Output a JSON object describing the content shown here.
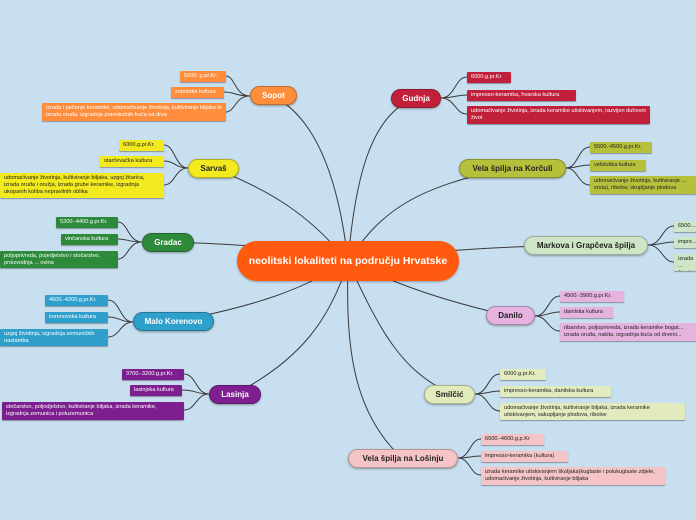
{
  "central": {
    "title": "neolitski lokaliteti na području Hrvatske"
  },
  "colors": {
    "background": "#c8dff0",
    "central": "#ff5a0f"
  },
  "branches": {
    "sopot": {
      "name": "Sopot",
      "leaves": [
        "5000. g.pr.Kr.",
        "sopotska kultura",
        "izrada i pečenje keramike, udomaćivanje životinja, kultiviranje biljaka te izrada oruđa, izgradnja pravokutnih kuća od drva"
      ]
    },
    "sarvas": {
      "name": "Sarvaš",
      "leaves": [
        "6000.g.pr.Kr.",
        "starčevačka kultura",
        "udomaćivanje životinja, kultiviranje biljaka, uzgoj žitarica, izrada oruđa i oružja, izrada grube keramike, izgradnja ukopanih koliba nepravilnih oblika"
      ]
    },
    "gradac": {
      "name": "Gradac",
      "leaves": [
        "5300.-4400.g.pr.Kr.",
        "vinčanska kultura",
        "poljoprivreda, pojedjelstvo i stočarstvo, proizvodnja ... ovina"
      ]
    },
    "malikorenovo": {
      "name": "Malo Korenovo",
      "leaves": [
        "4600.-4200.g.pr.Kr.",
        "korenovska kultura",
        "uzgoj životinja, izgradnja zemunićkih nastamba"
      ]
    },
    "lasinja": {
      "name": "Lasinja",
      "leaves": [
        "3700.-3200.g.pr.Kr.",
        "lasinjska kultura",
        "stočarstvo, poljodjelstvo, kultiviranje biljaka, izrada keramike, izgradnja zemunica i poluzemunica"
      ]
    },
    "gudnja": {
      "name": "Gudnja",
      "leaves": [
        "6000.g.pr.Kr",
        "impresso-keramika, hvarska kultura",
        "udomaćivanje životinja, izrada keramike utiskivanjem, razvijen duhovni život"
      ]
    },
    "velaspiljakorcul": {
      "name": "Vela špilja na Korčuli",
      "leaves": [
        "5500.-4500.g.pr.Kr.",
        "veloluška kultura",
        "udomaćivanje životinja, kultiviranje ... vrsta), ribolov, skupljanje plodova"
      ]
    },
    "markova": {
      "name": "Markova i Grapčeva špilja",
      "leaves": [
        "6500....",
        "impre...",
        "izrada ... životi..."
      ]
    },
    "danilo": {
      "name": "Danilo",
      "leaves": [
        "4500.-3900.g.pr.Kr.",
        "danilska kultura",
        "ribarstvo, poljoprivreda, izrada keramike bogat... izrada oruđa, nakita, izgradnja kuća od drveni..."
      ]
    },
    "smilcic": {
      "name": "Smilčić",
      "leaves": [
        "6000.g.pr.Kr.",
        "impresso-keramika, danilska kultura",
        "udomaćivanje životinja, kultiviranje biljaka, izrada keramike utiskivanjem, sakupljanje plodova, ribolov"
      ]
    },
    "losinj": {
      "name": "Vela špilja na Lošinju",
      "leaves": [
        "6500.-4600.g.p.Kr",
        "impresso-keramika (kultura)",
        "izrada keramike utiskivanjem školjaka(kuglaste i polukuglaste zdjele, udomaćivanje životinja, kultiviranje biljaka"
      ]
    }
  }
}
